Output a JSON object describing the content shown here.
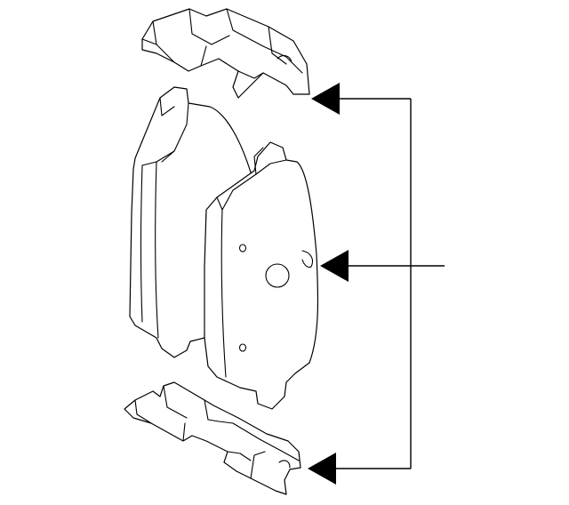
{
  "diagram": {
    "type": "exploded parts view",
    "parts": [
      {
        "id": "upper-clip",
        "icon": "anti-rattle-clip"
      },
      {
        "id": "rear-pad",
        "icon": "brake-pad"
      },
      {
        "id": "front-pad",
        "icon": "brake-pad"
      },
      {
        "id": "lower-clip",
        "icon": "anti-rattle-clip"
      }
    ],
    "callout": {
      "arrow_count": 3,
      "colors": {
        "line": "#000000",
        "arrow": "#000000",
        "background": "#ffffff"
      }
    }
  }
}
